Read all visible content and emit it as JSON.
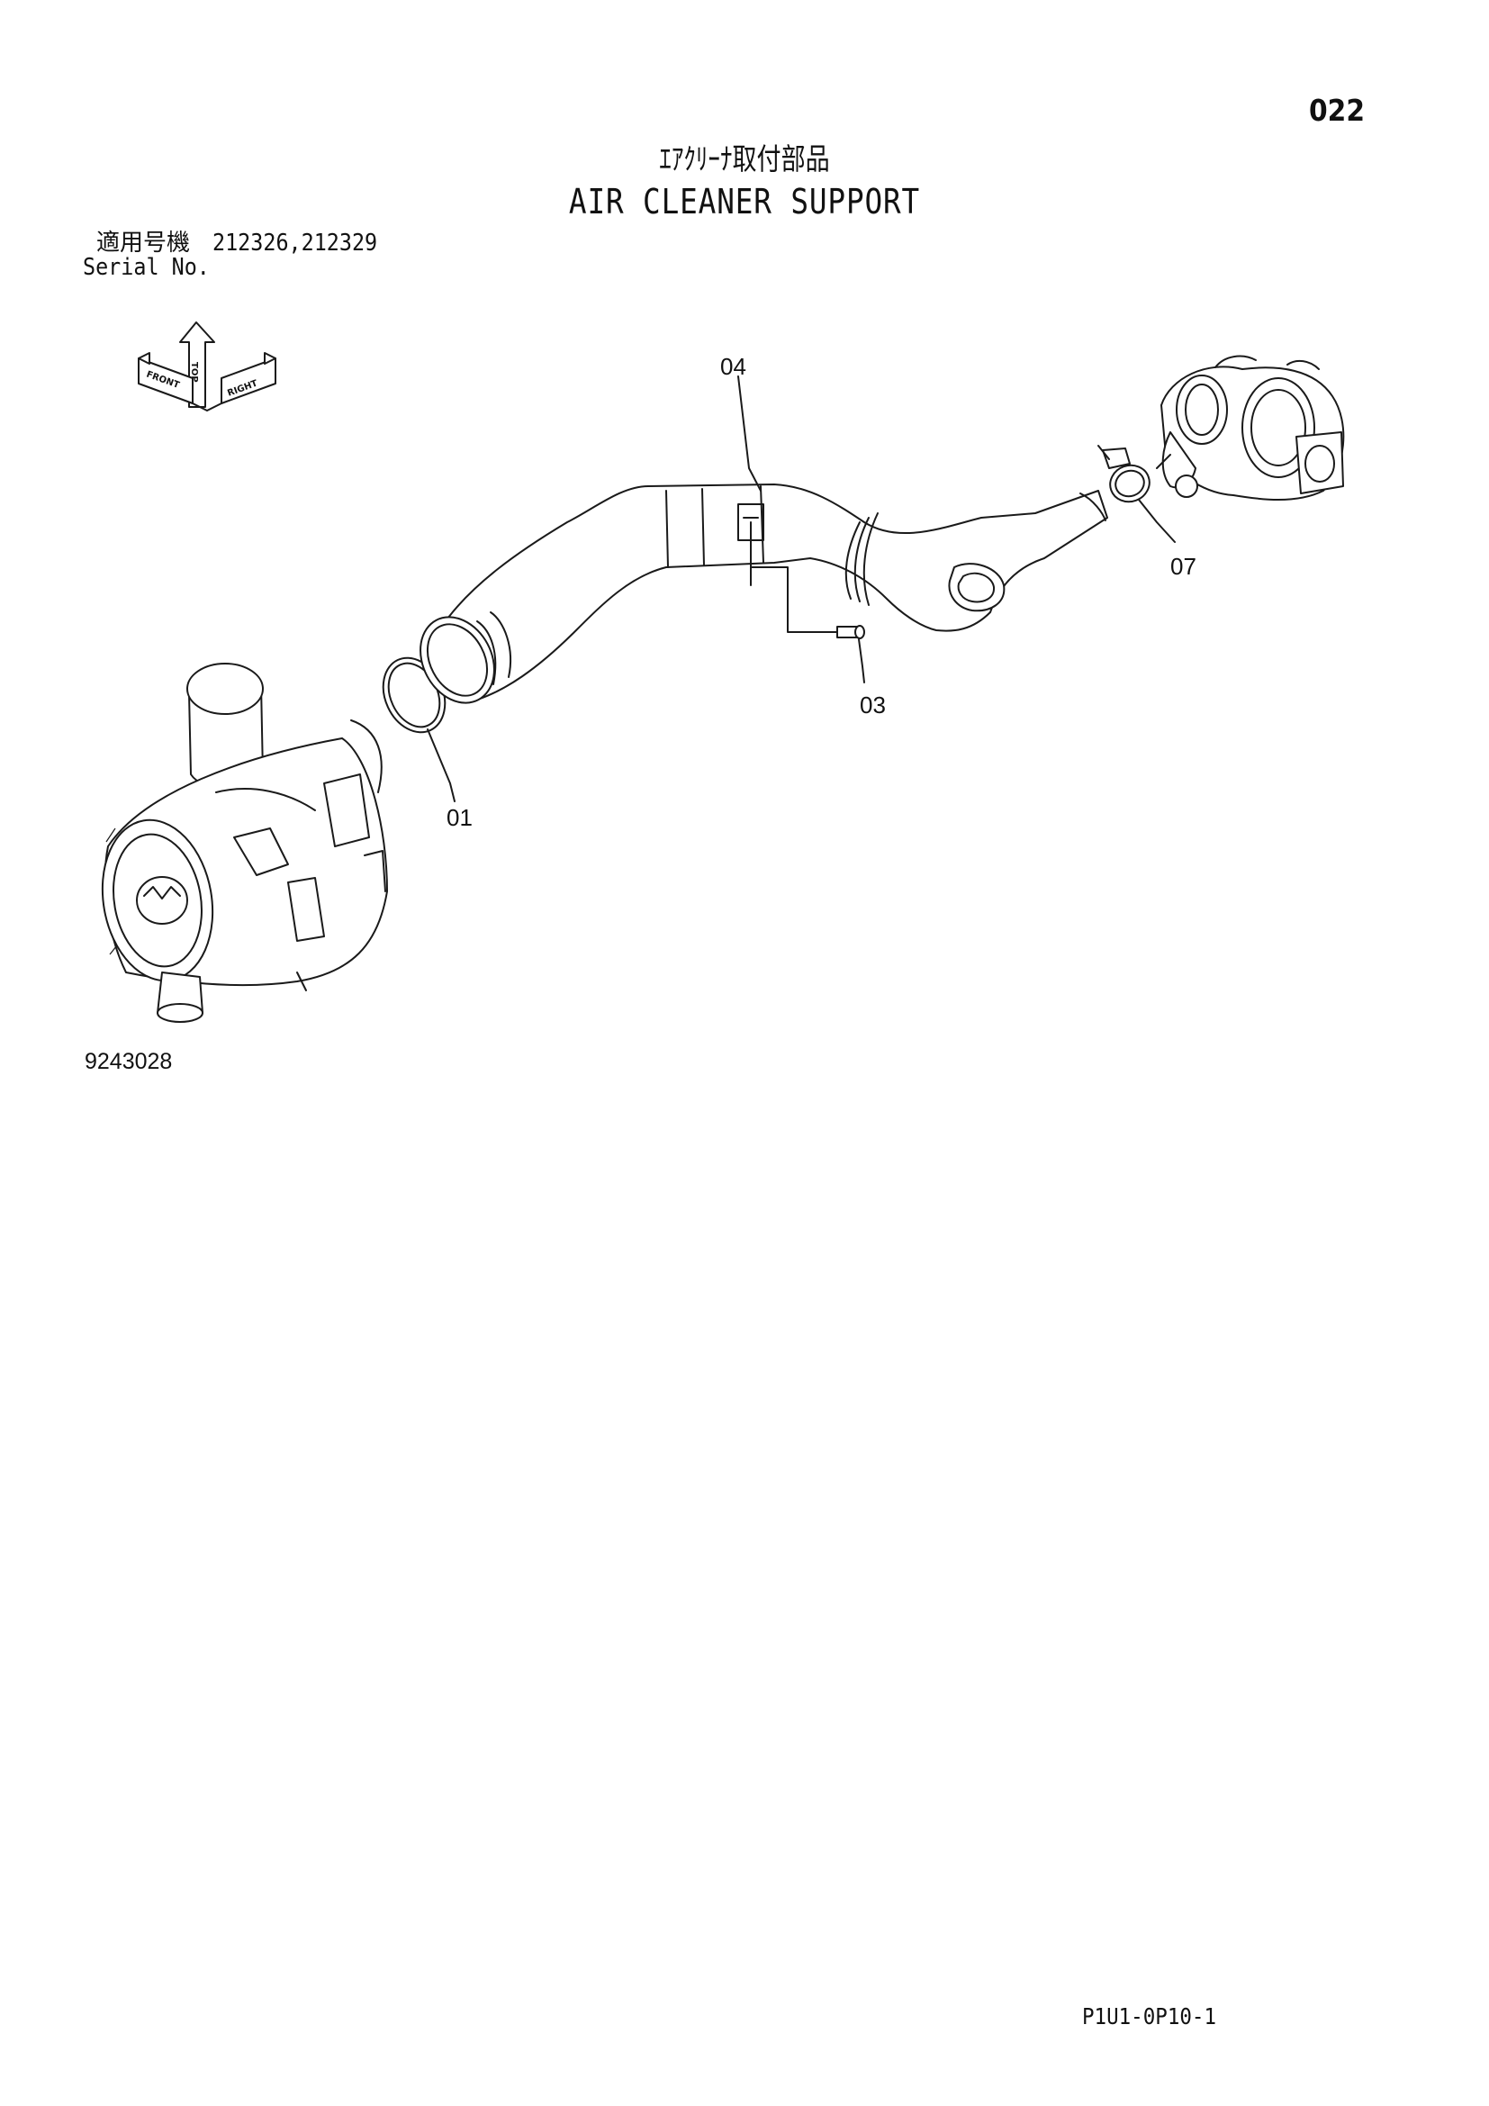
{
  "header": {
    "page_number": "022",
    "title_ja": "ｴｱｸﾘｰﾅ取付部品",
    "title_en": "AIR CLEANER SUPPORT"
  },
  "serial": {
    "label_ja": "適用号機",
    "values": "212326,212329",
    "label_en": "Serial No."
  },
  "orientation_symbol": {
    "icon": "orientation-arrows-icon",
    "top_label": "TOP",
    "front_label": "FRONT",
    "right_label": "RIGHT"
  },
  "callouts": [
    {
      "id": "01"
    },
    {
      "id": "03"
    },
    {
      "id": "04"
    },
    {
      "id": "07"
    }
  ],
  "parts_shown": [
    "air-cleaner",
    "band",
    "bolt",
    "intake-hose",
    "clamp",
    "turbocharger"
  ],
  "footer": {
    "drawing_id": "9243028",
    "sheet_ref": "P1U1-0P10-1"
  }
}
